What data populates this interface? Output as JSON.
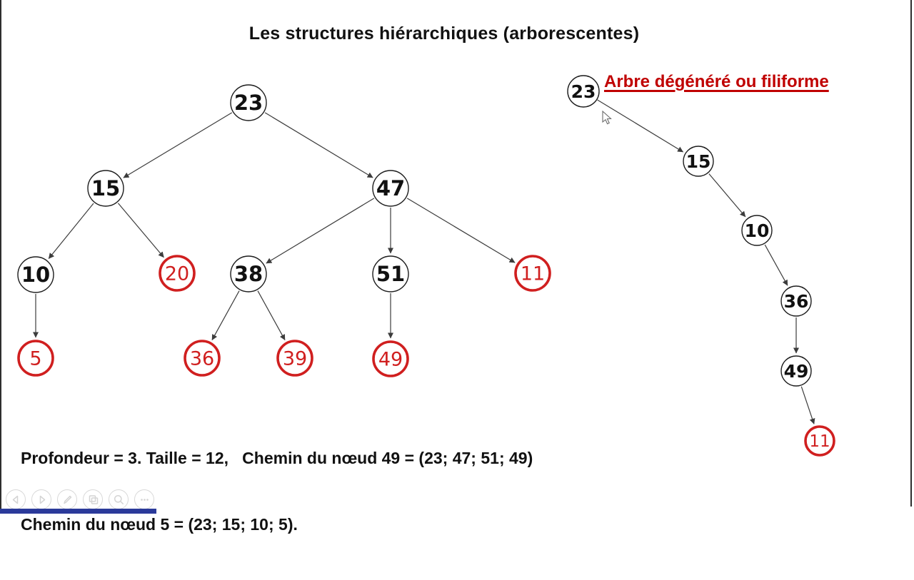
{
  "page": {
    "background": "#ffffff"
  },
  "title": "Les structures hiérarchiques (arborescentes)",
  "annotation": {
    "heading": "Arbre dégénéré ou filiforme"
  },
  "stats": {
    "line1": "Profondeur = 3. Taille = 12,   Chemin du nœud 49 = (23; 47; 51; 49)",
    "line2": "Chemin du nœud 5 = (23; 15; 10; 5)."
  },
  "colors": {
    "heading_red": "#c00000",
    "node_red": "#d01f1f",
    "node_black": "#1c1c1c",
    "edge_gray": "#3c3c3c",
    "progress_blue": "#2b3a9a",
    "toolbar_gray": "#d4d4d4"
  },
  "main_tree": {
    "nodes": [
      {
        "label": "23",
        "style": "black"
      },
      {
        "label": "15",
        "style": "black"
      },
      {
        "label": "47",
        "style": "black"
      },
      {
        "label": "10",
        "style": "black"
      },
      {
        "label": "20",
        "style": "red"
      },
      {
        "label": "38",
        "style": "black"
      },
      {
        "label": "51",
        "style": "black"
      },
      {
        "label": "11",
        "style": "red"
      },
      {
        "label": "5",
        "style": "red"
      },
      {
        "label": "36",
        "style": "red"
      },
      {
        "label": "39",
        "style": "red"
      },
      {
        "label": "49",
        "style": "red"
      }
    ],
    "edges": [
      "23-15",
      "23-47",
      "15-10",
      "15-20",
      "47-38",
      "47-51",
      "47-11",
      "10-5",
      "38-36",
      "38-39",
      "51-49"
    ],
    "depth": "3",
    "size": "12"
  },
  "degenerate_tree": {
    "nodes": [
      {
        "label": "23",
        "style": "black"
      },
      {
        "label": "15",
        "style": "black"
      },
      {
        "label": "10",
        "style": "black"
      },
      {
        "label": "36",
        "style": "black"
      },
      {
        "label": "49",
        "style": "black"
      },
      {
        "label": "11",
        "style": "red"
      }
    ],
    "edges": [
      "23-15",
      "15-10",
      "10-36",
      "36-49",
      "49-11"
    ]
  },
  "toolbar": {
    "items": [
      {
        "name": "back"
      },
      {
        "name": "forward"
      },
      {
        "name": "pen"
      },
      {
        "name": "pages"
      },
      {
        "name": "zoom"
      },
      {
        "name": "more"
      }
    ]
  }
}
